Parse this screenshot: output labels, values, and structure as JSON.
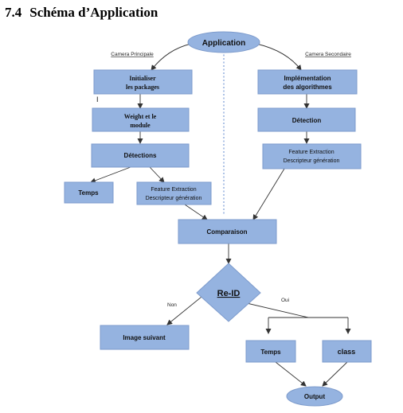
{
  "section": {
    "number": "7.4",
    "title": "Schéma d’Application"
  },
  "nodes": {
    "application": "Application",
    "camera_principale": "Camera Principale",
    "camera_secondaire": "Camera Secondaire",
    "initialiser": [
      "Initialiser",
      "les packages"
    ],
    "weight": [
      "Weight et le",
      "module"
    ],
    "detections_left": "Détections",
    "temps_left": "Temps",
    "feature_left": [
      "Feature Extraction",
      "Descripteur génération"
    ],
    "implementation": [
      "Implémentation",
      "des algorithmes"
    ],
    "detection_right": "Détection",
    "feature_right": [
      "Feature Extraction",
      "Descripteur génération"
    ],
    "comparaison": "Comparaison",
    "reid": "Re-ID",
    "non": "Non",
    "oui": "Oui",
    "image_suivant": "Image suivant",
    "temps_right": "Temps",
    "class": "class",
    "output": "Output",
    "stray_mark": "I"
  },
  "colors": {
    "box_fill": "#95b3e0",
    "box_stroke": "#7d9bcc",
    "line": "#333333",
    "dotted": "#4a78c8"
  }
}
